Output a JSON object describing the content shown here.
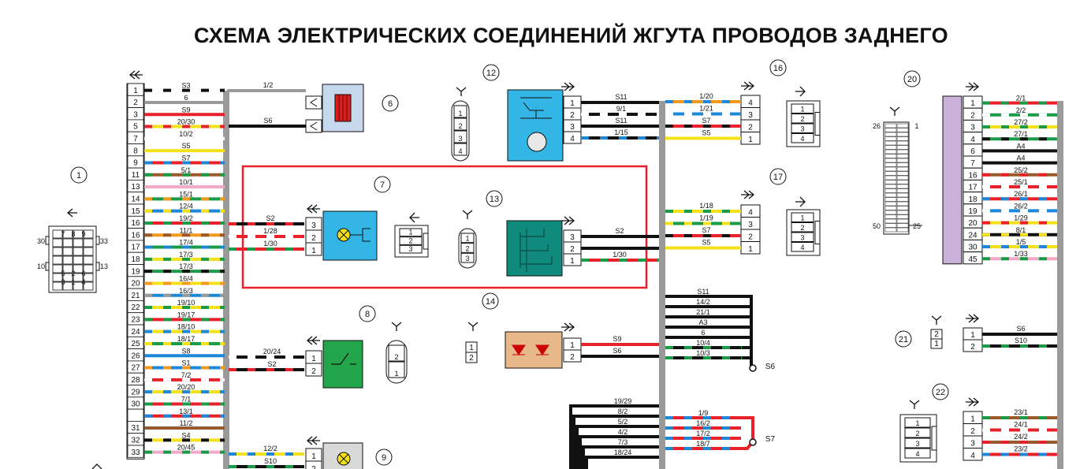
{
  "title": "СХЕМА ЭЛЕКТРИЧЕСКИХ СОЕДИНЕНИЙ ЖГУТА ПРОВОДОВ ЗАДНЕГО",
  "colors": {
    "red": "#e8202a",
    "blue": "#1e88d8",
    "green": "#1a9b48",
    "yellow": "#f5e01c",
    "black": "#111111",
    "white": "#ffffff",
    "gray": "#9a9a9a",
    "brown": "#9a5a2a",
    "orange": "#f39a1e",
    "pink": "#f2a9c8",
    "violet": "#c9b1d9",
    "highlight": "#e8202a",
    "cyan_box": "#33b5e5",
    "teal_box": "#118a7e",
    "green_box": "#23a54b"
  },
  "components": [
    {
      "number": "1",
      "connector": {
        "left_pins": [
          "30",
          "10"
        ],
        "right_pins": [
          "33",
          "13"
        ],
        "top_row": [
          "7",
          "8",
          "9"
        ],
        "bottom_rows": [
          [
            "5",
            "2",
            "6"
          ],
          [
            "3",
            "1",
            "4"
          ]
        ]
      }
    },
    {
      "number": "6"
    },
    {
      "number": "7"
    },
    {
      "number": "8"
    },
    {
      "number": "9"
    },
    {
      "number": "12"
    },
    {
      "number": "13"
    },
    {
      "number": "14"
    },
    {
      "number": "16"
    },
    {
      "number": "17"
    },
    {
      "number": "20",
      "pins_left": "26",
      "pins_right": "1",
      "pins_bottom_left": "50",
      "pins_bottom_right": "25"
    },
    {
      "number": "21"
    },
    {
      "number": "22"
    }
  ],
  "block1_rows": [
    {
      "pin": "1",
      "label": "S3",
      "c1": "white",
      "c2": "black"
    },
    {
      "pin": "2",
      "label": "6",
      "c1": "gray",
      "c2": ""
    },
    {
      "pin": "3",
      "label": "S9",
      "c1": "red",
      "c2": ""
    },
    {
      "pin": "5",
      "label": "20/30",
      "c1": "yellow",
      "c2": "red"
    },
    {
      "pin": "7",
      "label": "10/2",
      "c1": "white",
      "c2": ""
    },
    {
      "pin": "8",
      "label": "S5",
      "c1": "yellow",
      "c2": ""
    },
    {
      "pin": "9",
      "label": "S7",
      "c1": "red",
      "c2": "blue"
    },
    {
      "pin": "11",
      "label": "5/1",
      "c1": "brown",
      "c2": "green"
    },
    {
      "pin": "13",
      "label": "10/1",
      "c1": "pink",
      "c2": ""
    },
    {
      "pin": "14",
      "label": "15/1",
      "c1": "green",
      "c2": "orange"
    },
    {
      "pin": "15",
      "label": "12/4",
      "c1": "blue",
      "c2": "yellow"
    },
    {
      "pin": "16",
      "label": "19/2",
      "c1": "red",
      "c2": "green"
    },
    {
      "pin": "16",
      "label": "11/1",
      "c1": "orange",
      "c2": "brown"
    },
    {
      "pin": "17",
      "label": "17/4",
      "c1": "green",
      "c2": "blue"
    },
    {
      "pin": "18",
      "label": "17/3",
      "c1": "yellow",
      "c2": "green"
    },
    {
      "pin": "19",
      "label": "17/3",
      "c1": "green",
      "c2": "black"
    },
    {
      "pin": "20",
      "label": "16/4",
      "c1": "yellow",
      "c2": "orange"
    },
    {
      "pin": "21",
      "label": "16/3",
      "c1": "blue",
      "c2": "gray"
    },
    {
      "pin": "22",
      "label": "19/10",
      "c1": "yellow",
      "c2": "green"
    },
    {
      "pin": "23",
      "label": "19/17",
      "c1": "red",
      "c2": "green"
    },
    {
      "pin": "24",
      "label": "18/10",
      "c1": "yellow",
      "c2": "blue"
    },
    {
      "pin": "25",
      "label": "18/17",
      "c1": "green",
      "c2": "yellow"
    },
    {
      "pin": "26",
      "label": "S8",
      "c1": "blue",
      "c2": ""
    },
    {
      "pin": "27",
      "label": "S1",
      "c1": "blue",
      "c2": "orange"
    },
    {
      "pin": "28",
      "label": "7/2",
      "c1": "red",
      "c2": "white"
    },
    {
      "pin": "29",
      "label": "20/20",
      "c1": "yellow",
      "c2": "blue"
    },
    {
      "pin": "30",
      "label": "7/1",
      "c1": "red",
      "c2": "green"
    },
    {
      "pin": "",
      "label": "13/1",
      "c1": "red",
      "c2": "blue"
    },
    {
      "pin": "31",
      "label": "11/2",
      "c1": "brown",
      "c2": ""
    },
    {
      "pin": "32",
      "label": "S4",
      "c1": "yellow",
      "c2": "black"
    },
    {
      "pin": "33",
      "label": "20/45",
      "c1": "pink",
      "c2": "green"
    }
  ],
  "block6": {
    "wires": [
      {
        "label": "1/2",
        "c1": "gray",
        "c2": ""
      },
      {
        "label": "S6",
        "c1": "black",
        "c2": ""
      }
    ]
  },
  "block7": {
    "pins": [
      "3",
      "2",
      "1"
    ],
    "wires": [
      {
        "label": "S2",
        "c1": "black",
        "c2": "red"
      },
      {
        "label": "1/28",
        "c1": "red",
        "c2": "white"
      },
      {
        "label": "1/30",
        "c1": "red",
        "c2": "green"
      }
    ],
    "plug_pins": [
      "1",
      "2",
      "3"
    ]
  },
  "block13": {
    "pins": [
      "3",
      "2",
      "1"
    ],
    "plug_pins": [
      "1",
      "2",
      "3"
    ],
    "wires": [
      {
        "label": "S2",
        "c1": "black",
        "c2": ""
      },
      {
        "label": "",
        "c1": "black",
        "c2": ""
      },
      {
        "label": "1/30",
        "c1": "red",
        "c2": "green"
      }
    ]
  },
  "block8": {
    "pins": [
      "1",
      "2"
    ],
    "plug_pins": [
      "2",
      "1"
    ],
    "wires": [
      {
        "label": "20/24",
        "c1": "black",
        "c2": "white"
      },
      {
        "label": "S2",
        "c1": "black",
        "c2": "red"
      }
    ]
  },
  "block9": {
    "pins": [
      "1",
      "2"
    ],
    "wires": [
      {
        "label": "12/2",
        "c1": "yellow",
        "c2": "blue"
      },
      {
        "label": "S10",
        "c1": "black",
        "c2": "green"
      }
    ]
  },
  "block12": {
    "pins": [
      "1",
      "2",
      "3",
      "4"
    ],
    "plug_pins": [
      "1",
      "2",
      "3",
      "4"
    ],
    "wires": [
      {
        "label": "S11",
        "c1": "black",
        "c2": ""
      },
      {
        "label": "9/1",
        "c1": "black",
        "c2": "white"
      },
      {
        "label": "S11",
        "c1": "black",
        "c2": ""
      },
      {
        "label": "1/15",
        "c1": "black",
        "c2": "blue"
      }
    ]
  },
  "block14": {
    "pins": [
      "1",
      "2"
    ],
    "plug_pins": [
      "1",
      "2"
    ],
    "wires": [
      {
        "label": "S9",
        "c1": "red",
        "c2": ""
      },
      {
        "label": "S6",
        "c1": "black",
        "c2": ""
      }
    ]
  },
  "block16": {
    "pins": [
      "4",
      "3",
      "2",
      "1"
    ],
    "plug_pins": [
      "1",
      "2",
      "3",
      "4"
    ],
    "wires": [
      {
        "label": "1/20",
        "c1": "orange",
        "c2": "blue"
      },
      {
        "label": "1/21",
        "c1": "blue",
        "c2": "white"
      },
      {
        "label": "S7",
        "c1": "red",
        "c2": "black"
      },
      {
        "label": "S5",
        "c1": "yellow",
        "c2": ""
      }
    ]
  },
  "block17": {
    "pins": [
      "4",
      "3",
      "2",
      "1"
    ],
    "plug_pins": [
      "1",
      "2",
      "3",
      "4"
    ],
    "wires": [
      {
        "label": "1/18",
        "c1": "yellow",
        "c2": "green"
      },
      {
        "label": "1/19",
        "c1": "green",
        "c2": "yellow"
      },
      {
        "label": "S7",
        "c1": "red",
        "c2": "black"
      },
      {
        "label": "S5",
        "c1": "yellow",
        "c2": ""
      }
    ]
  },
  "bundle_s6": {
    "node": "S6",
    "labels": [
      "S11",
      "14/2",
      "21/1",
      "A3",
      "6",
      "10/4",
      "10/3"
    ]
  },
  "bundle_s7": {
    "node": "S7",
    "labels": [
      "1/9",
      "16/2",
      "17/2",
      "18/7"
    ]
  },
  "bundle_bottom": {
    "labels": [
      "19/29",
      "8/2",
      "5/2",
      "4/2",
      "7/3",
      "18/24"
    ]
  },
  "block20_rows": [
    {
      "pin": "1",
      "label": "2/1",
      "c1": "red",
      "c2": "green"
    },
    {
      "pin": "2",
      "label": "2/2",
      "c1": "green",
      "c2": "white"
    },
    {
      "pin": "3",
      "label": "27/2",
      "c1": "yellow",
      "c2": "green"
    },
    {
      "pin": "4",
      "label": "27/1",
      "c1": "green",
      "c2": "black"
    },
    {
      "pin": "6",
      "label": "A4",
      "c1": "black",
      "c2": ""
    },
    {
      "pin": "7",
      "label": "A4",
      "c1": "black",
      "c2": ""
    },
    {
      "pin": "16",
      "label": "25/2",
      "c1": "brown",
      "c2": "red"
    },
    {
      "pin": "17",
      "label": "25/1",
      "c1": "red",
      "c2": "white"
    },
    {
      "pin": "18",
      "label": "26/1",
      "c1": "red",
      "c2": "blue"
    },
    {
      "pin": "19",
      "label": "26/2",
      "c1": "blue",
      "c2": "white"
    },
    {
      "pin": "20",
      "label": "1/29",
      "c1": "yellow",
      "c2": "red"
    },
    {
      "pin": "24",
      "label": "8/1",
      "c1": "black",
      "c2": "yellow"
    },
    {
      "pin": "30",
      "label": "1/5",
      "c1": "yellow",
      "c2": "blue"
    },
    {
      "pin": "45",
      "label": "1/33",
      "c1": "pink",
      "c2": "green"
    }
  ],
  "block21": {
    "pins": [
      "1",
      "2"
    ],
    "plug_pins": [
      "2",
      "1"
    ],
    "wires": [
      {
        "label": "S6",
        "c1": "black",
        "c2": ""
      },
      {
        "label": "S10",
        "c1": "black",
        "c2": "green"
      }
    ]
  },
  "block22": {
    "pins": [
      "1",
      "2",
      "3",
      "4"
    ],
    "plug_pins": [
      "1",
      "2",
      "3",
      "4"
    ],
    "wires": [
      {
        "label": "23/1",
        "c1": "brown",
        "c2": "green"
      },
      {
        "label": "24/1",
        "c1": "red",
        "c2": "white"
      },
      {
        "label": "24/2",
        "c1": "brown",
        "c2": "red"
      },
      {
        "label": "23/2",
        "c1": "red",
        "c2": "blue"
      }
    ]
  }
}
